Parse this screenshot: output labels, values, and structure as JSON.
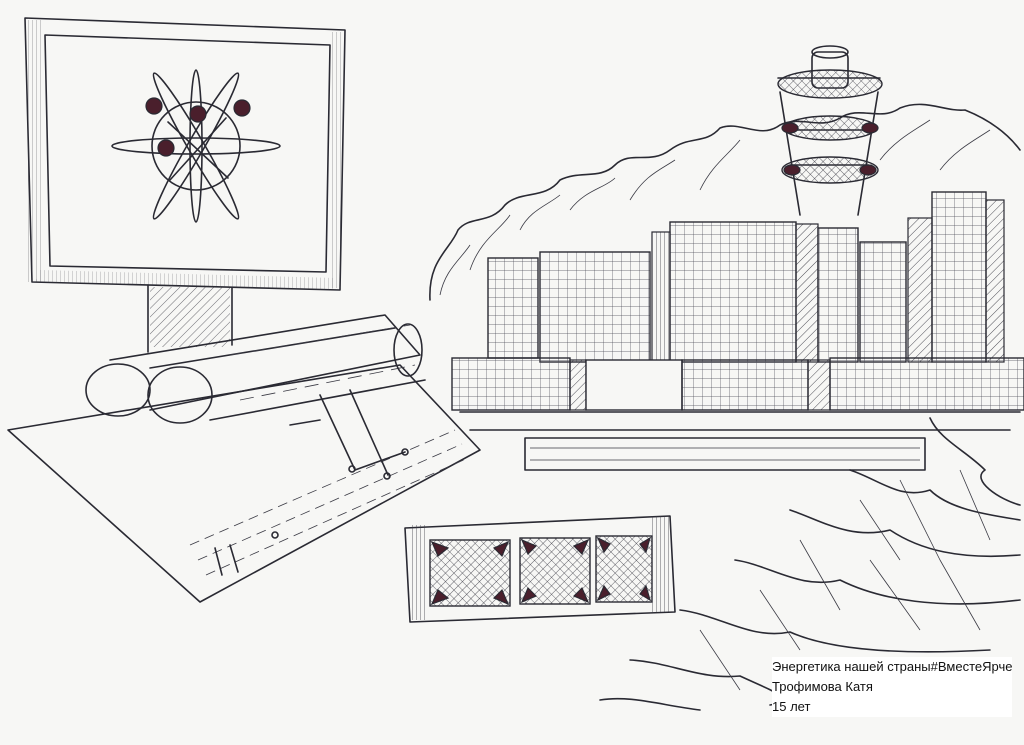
{
  "caption": {
    "title": "Энергетика нашей страны#ВместеЯрче",
    "author": "Трофимова Катя",
    "age": "15 лет"
  },
  "colors": {
    "paper": "#f7f7f5",
    "ink": "#2a2a33",
    "accent_ink": "#4a1f2c"
  }
}
